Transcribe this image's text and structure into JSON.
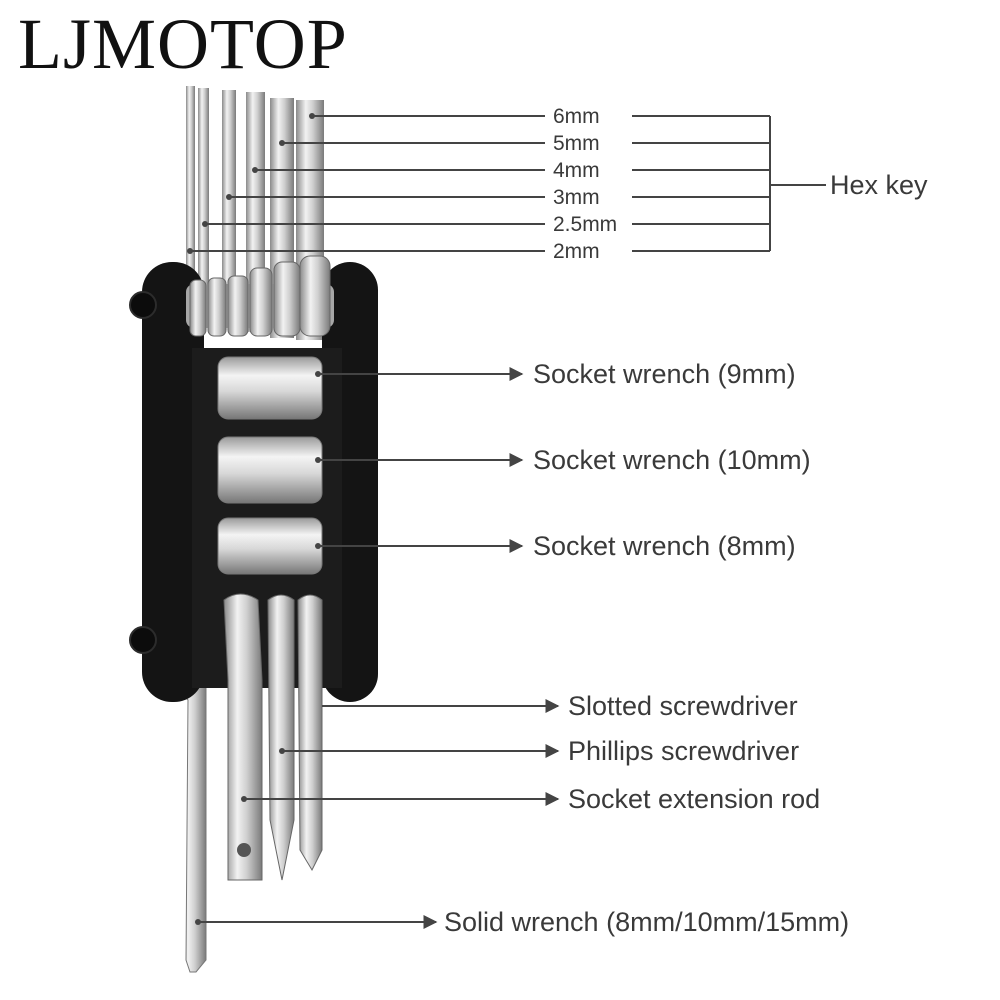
{
  "brand": "LJMOTOP",
  "hex_key": {
    "group_label": "Hex key",
    "sizes": [
      "6mm",
      "5mm",
      "4mm",
      "3mm",
      "2.5mm",
      "2mm"
    ]
  },
  "callouts": {
    "socket_9": "Socket wrench (9mm)",
    "socket_10": "Socket wrench (10mm)",
    "socket_8": "Socket wrench (8mm)",
    "slotted": "Slotted screwdriver",
    "phillips": "Phillips screwdriver",
    "extension": "Socket extension rod",
    "solid_wrench": "Solid wrench (8mm/10mm/15mm)"
  },
  "colors": {
    "frame": "#141414",
    "steel": "#c9c9c9",
    "steel_dark": "#8e8e8e",
    "line": "#444444"
  }
}
